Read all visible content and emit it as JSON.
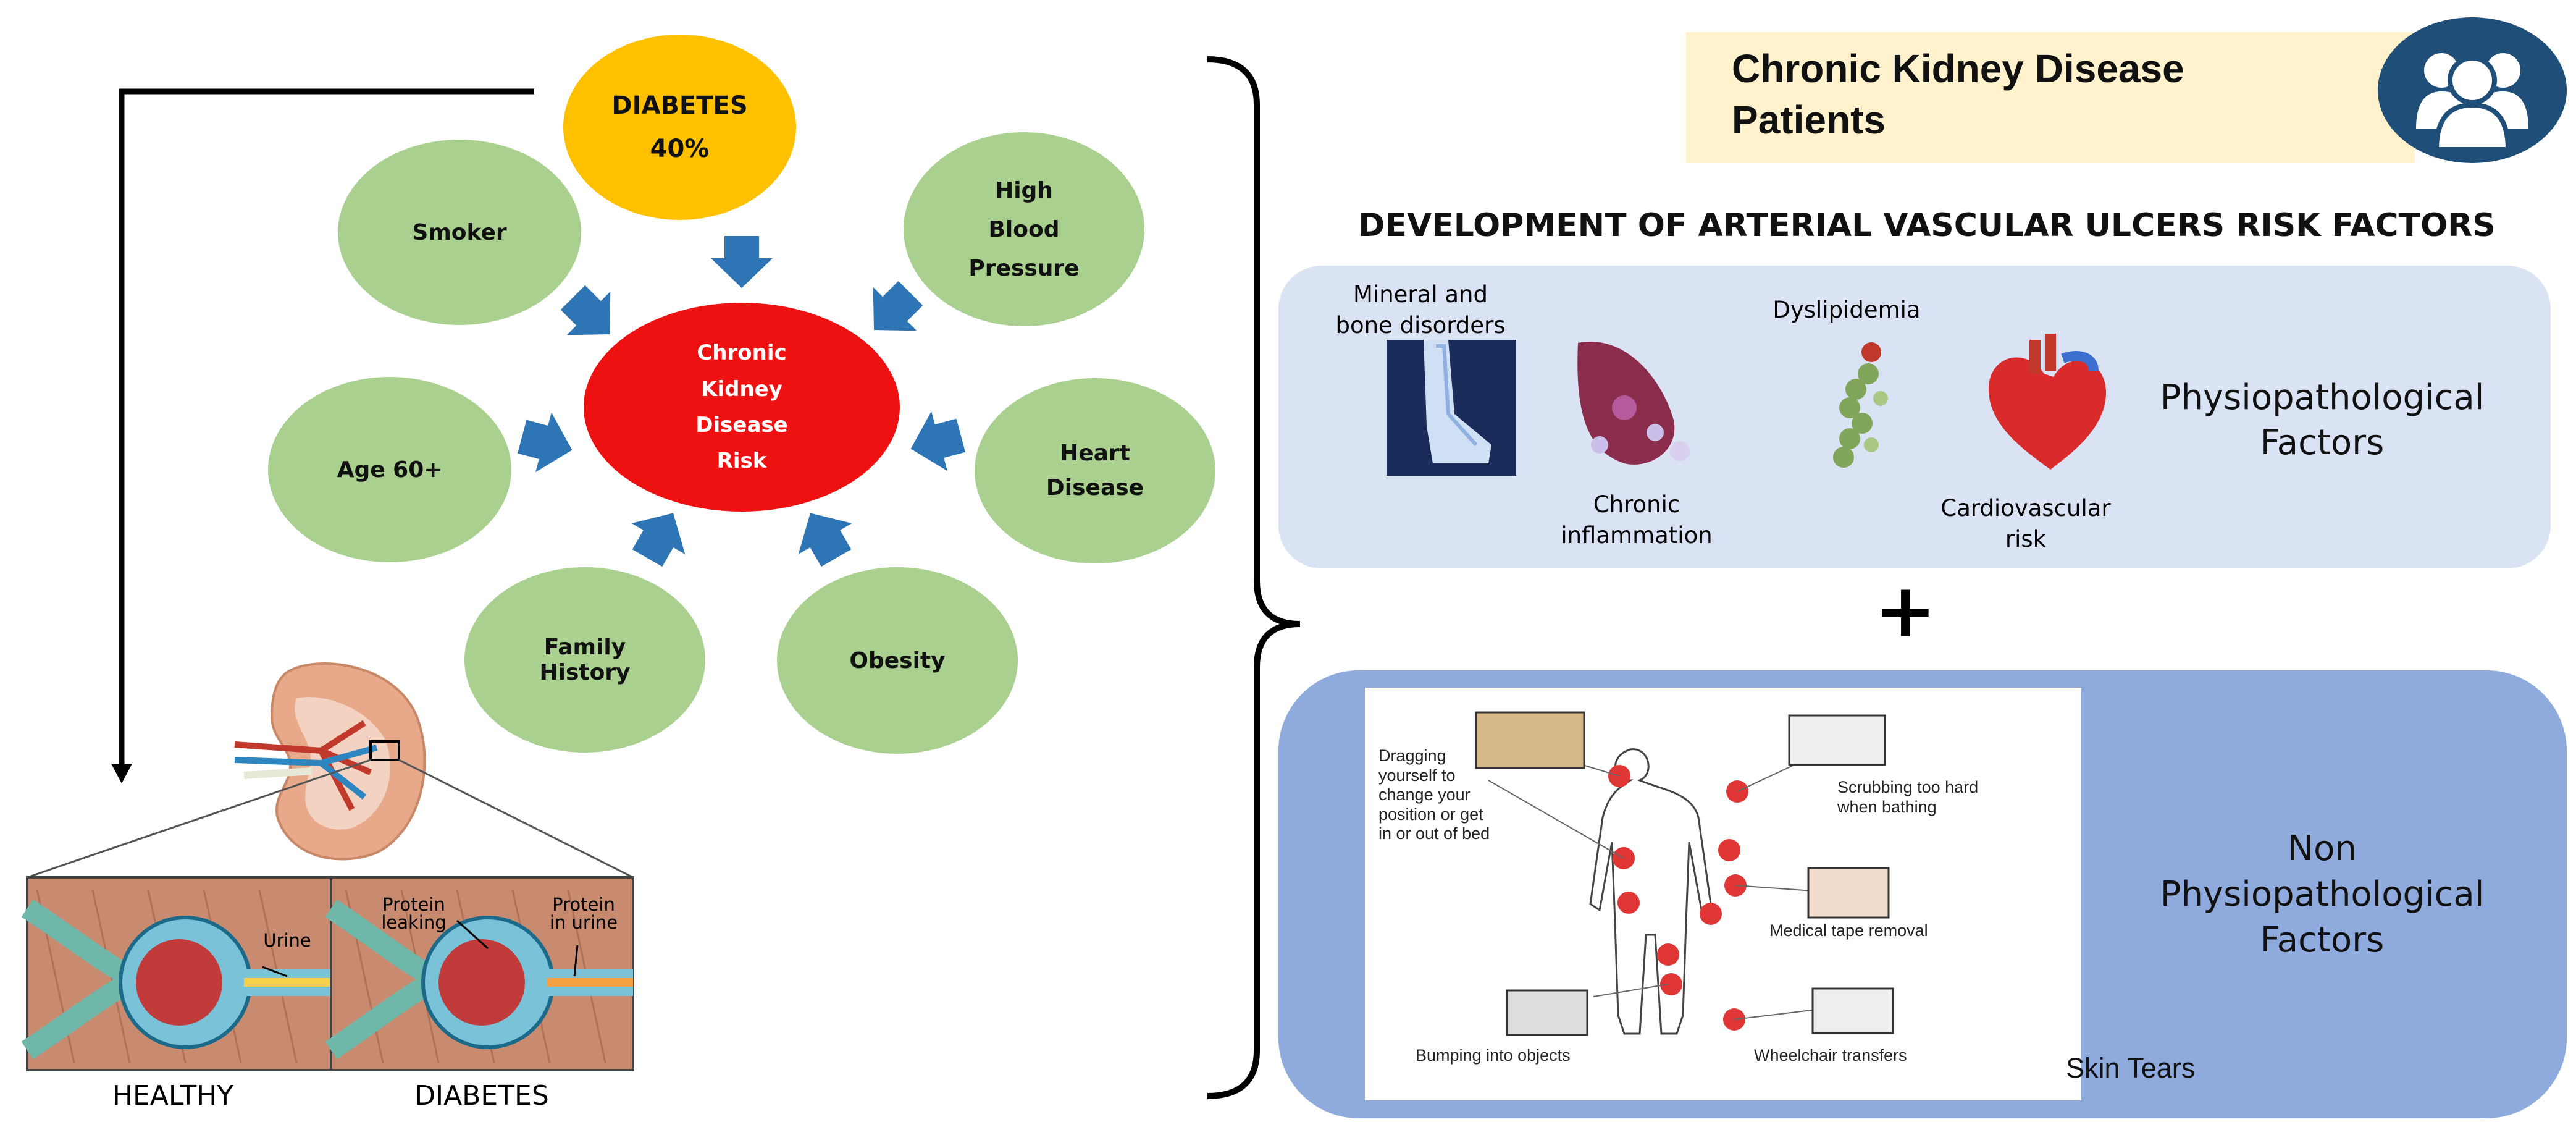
{
  "center": {
    "label": "Chronic Kidney Disease Risk",
    "lines": [
      "Chronic",
      "Kidney",
      "Disease",
      "Risk"
    ]
  },
  "factors": {
    "diabetes": {
      "name": "DIABETES",
      "value": "40%"
    },
    "smoker": "Smoker",
    "high_blood_pressure": [
      "High",
      "Blood",
      "Pressure"
    ],
    "age": "Age 60+",
    "heart_disease": [
      "Heart",
      "Disease"
    ],
    "family_history": [
      "Family",
      "History"
    ],
    "obesity": "Obesity"
  },
  "kidney_panel": {
    "healthy_label": "HEALTHY",
    "diabetes_label": "DIABETES",
    "urine_label": "Urine",
    "protein_leaking_label": [
      "Protein",
      "leaking"
    ],
    "protein_in_urine_label": [
      "Protein",
      "in urine"
    ]
  },
  "patients_box": {
    "title_lines": [
      "Chronic Kidney Disease",
      "Patients"
    ],
    "icon": "people-group-icon"
  },
  "section_title": "DEVELOPMENT OF ARTERIAL VASCULAR ULCERS RISK FACTORS",
  "physio_panel": {
    "title_lines": [
      "Physiopathological",
      "Factors"
    ],
    "items": {
      "mineral": [
        "Mineral and",
        "bone disorders"
      ],
      "inflammation": [
        "Chronic",
        "inflammation"
      ],
      "dyslipidemia": "Dyslipidemia",
      "cardio": [
        "Cardiovascular",
        "risk"
      ]
    }
  },
  "plus_sign": "+",
  "nonphysio_panel": {
    "title_lines": [
      "Non",
      "Physiopathological",
      "Factors"
    ],
    "skin_tears": "Skin Tears",
    "captions": {
      "dragging": [
        "Dragging",
        "yourself to",
        "change your",
        "position or get",
        "in or out of bed"
      ],
      "scrubbing": [
        "Scrubbing too hard",
        "when bathing"
      ],
      "tape": "Medical tape removal",
      "bumping": "Bumping into objects",
      "wheelchair": "Wheelchair transfers"
    }
  },
  "colors": {
    "diabetes": "#ffc000",
    "center": "#ee1111",
    "factor": "#a9d08e",
    "arrow": "#2e75b6",
    "physio_bg": "#dae3f3",
    "nonphysio_bg": "#8faadc",
    "patients_bg": "#fff2cc",
    "icon_bg": "#1f4e79"
  }
}
